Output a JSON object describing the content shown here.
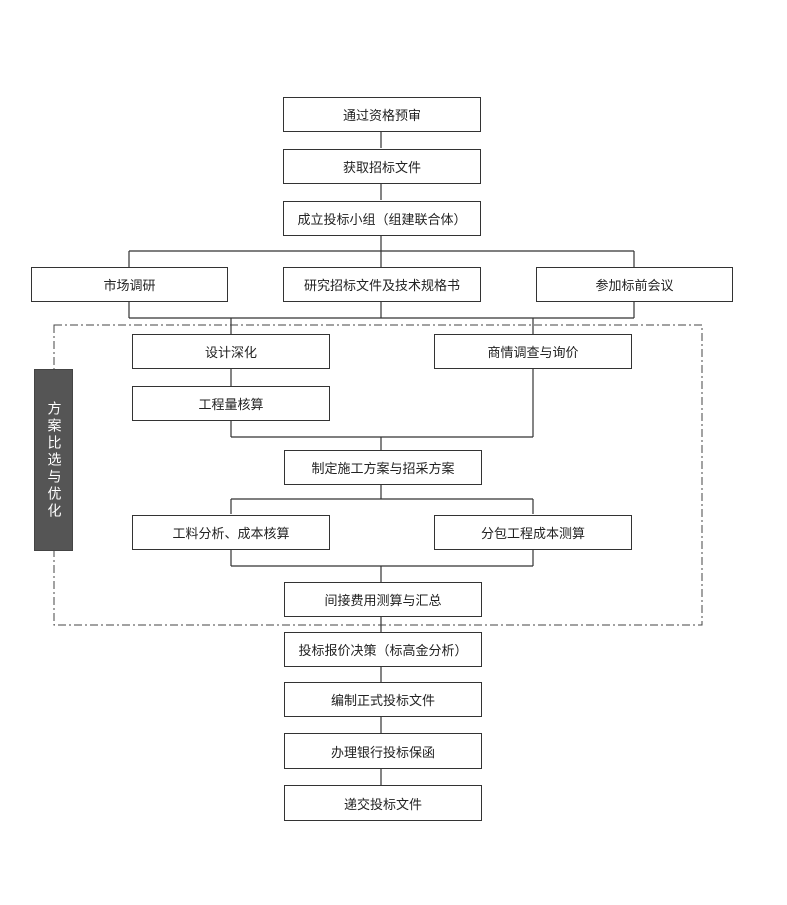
{
  "nodes": {
    "prequal": "通过资格预审",
    "get_docs": "获取招标文件",
    "team": "成立投标小组（组建联合体）",
    "market": "市场调研",
    "study_docs": "研究招标文件及技术规格书",
    "pre_bid": "参加标前会议",
    "design": "设计深化",
    "inquiry": "商情调查与询价",
    "quantity": "工程量核算",
    "plan": "制定施工方案与招采方案",
    "material_cost": "工料分析、成本核算",
    "subcontract": "分包工程成本测算",
    "indirect": "间接费用测算与汇总",
    "decision": "投标报价决策（标高金分析）",
    "compile": "编制正式投标文件",
    "guarantee": "办理银行投标保函",
    "submit": "递交投标文件"
  },
  "side_label": "方案比选与优化"
}
